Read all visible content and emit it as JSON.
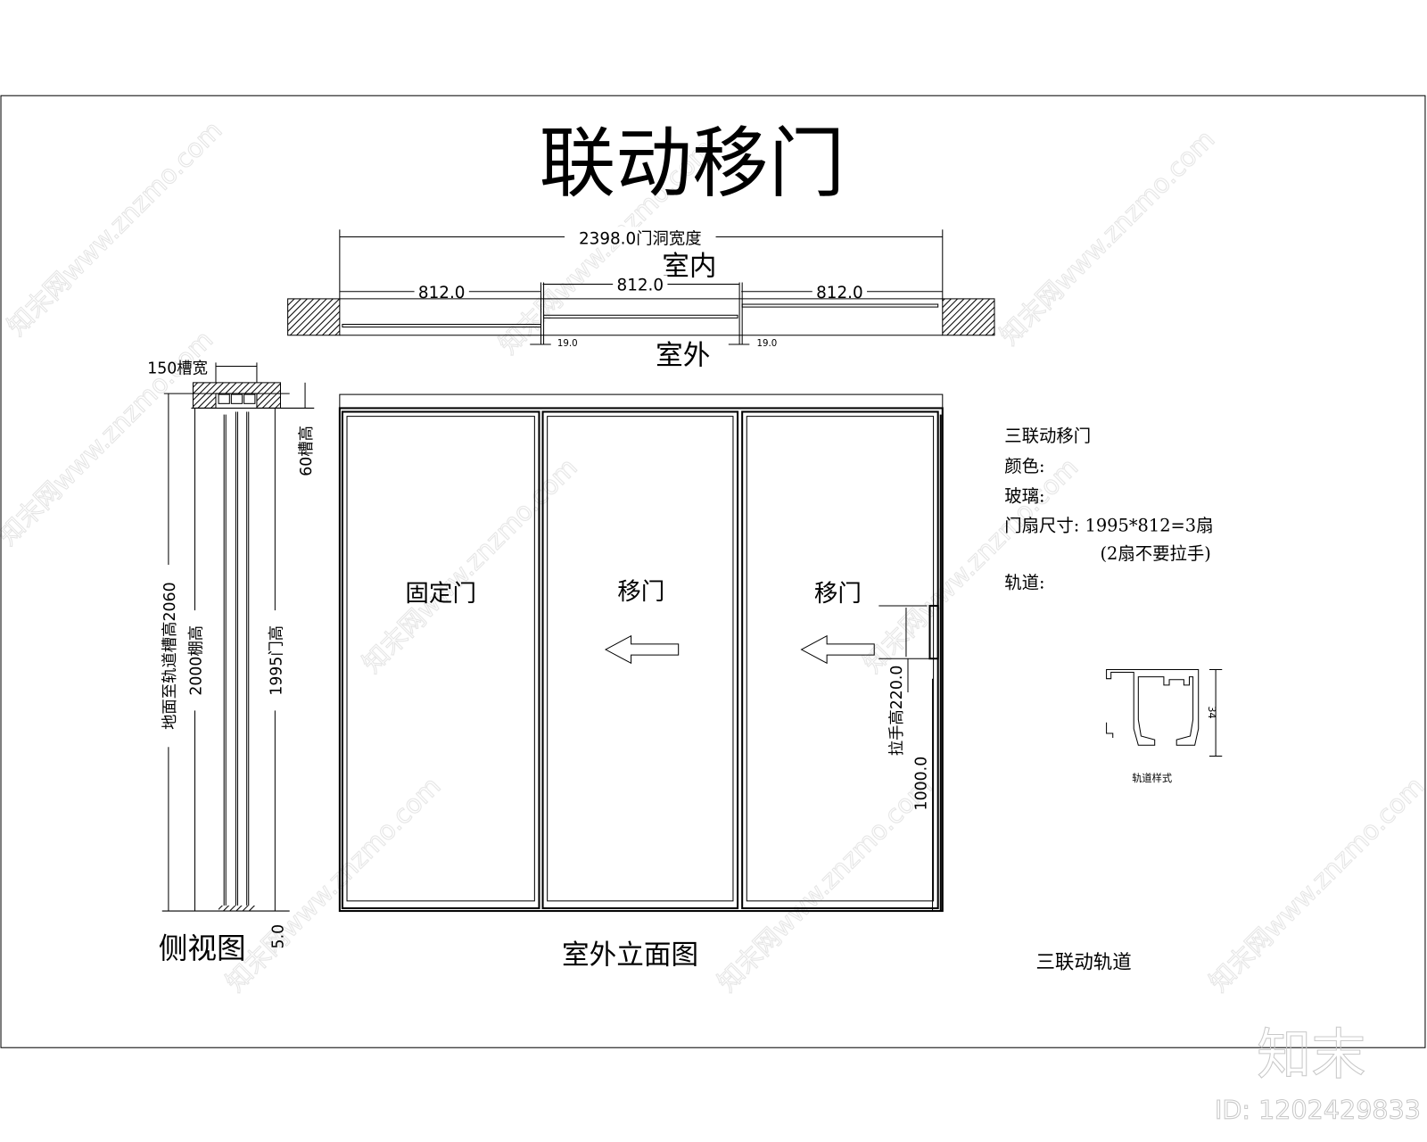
{
  "title": "联动移门",
  "plan": {
    "total_width": "2398.0门洞宽度",
    "indoor": "室内",
    "outdoor": "室外",
    "panel_widths": [
      "812.0",
      "812.0",
      "812.0"
    ],
    "overlaps": [
      "19.0",
      "19.0"
    ]
  },
  "side_view": {
    "slot_width": "150槽宽",
    "slot_height": "60槽高",
    "floor_to_slot": "地面至轨道槽高2060",
    "ceiling_height": "2000棚高",
    "door_height": "1995门高",
    "bottom_gap": "5.0",
    "caption": "侧视图"
  },
  "elevation": {
    "panels": [
      "固定门",
      "移门",
      "移门"
    ],
    "handle_height": "拉手高220.0",
    "handle_position": "1000.0",
    "caption": "室外立面图"
  },
  "specs": {
    "lines": [
      "三联动移门",
      "颜色:",
      "玻璃:",
      "门扇尺寸: 1995*812=3扇",
      "(2扇不要拉手)",
      "轨道:"
    ]
  },
  "rail": {
    "dimension": "34",
    "caption": "轨道样式",
    "title": "三联动轨道"
  },
  "watermark": {
    "logo": "知末",
    "id": "ID: 1202429833",
    "site": "知末网www.znzmo.com"
  }
}
